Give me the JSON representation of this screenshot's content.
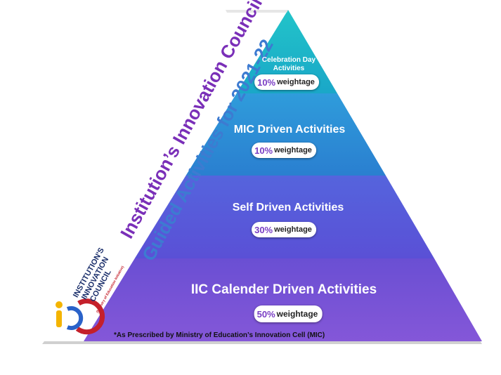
{
  "side_banner": {
    "line1": "Institution’s Innovation Council",
    "line2": "Guided Activities for 2021-22"
  },
  "logo": {
    "line1": "INSTITUTION'S",
    "line2": "INNOVATION",
    "line3": "COUNCIL",
    "tagline": "(Ministry of Education Initiative)"
  },
  "tiers": [
    {
      "title_line1": "Celebration Day",
      "title_line2": "Activities",
      "percent": "10%",
      "label": "weightage",
      "color": "#1fb5c9"
    },
    {
      "title_line1": "MIC Driven  Activities",
      "percent": "10%",
      "label": "weightage",
      "color": "#2b8fd6"
    },
    {
      "title_line1": "Self Driven Activities",
      "percent": "30%",
      "label": "weightage",
      "color": "#5a5be0"
    },
    {
      "title_line1": "IIC Calender Driven Activities",
      "percent": "50%",
      "label": "weightage",
      "color": "#7b4fd8"
    }
  ],
  "footnote": "*As Prescribed by Ministry of Education’s Innovation Cell (MIC)"
}
